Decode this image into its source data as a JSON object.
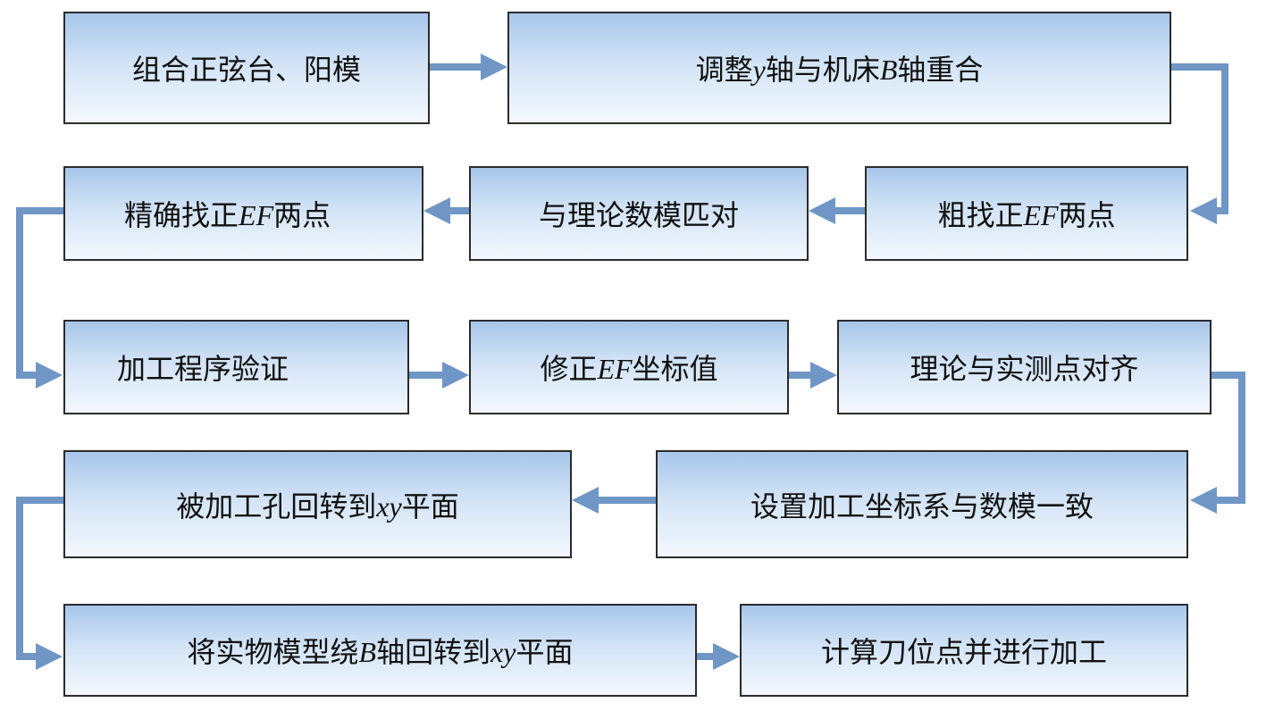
{
  "colors": {
    "arrow": "#6f96c4",
    "box_top": "#a7c6ea",
    "box_bottom": "#f3f8fd",
    "border": "#2b2b2b"
  },
  "steps": [
    {
      "parts": [
        {
          "t": "组合正弦台、阳模"
        }
      ]
    },
    {
      "parts": [
        {
          "t": "调整"
        },
        {
          "t": "y",
          "i": true
        },
        {
          "t": "轴与机床"
        },
        {
          "t": "B",
          "i": true
        },
        {
          "t": "轴重合"
        }
      ]
    },
    {
      "parts": [
        {
          "t": "粗找正"
        },
        {
          "t": "EF",
          "i": true
        },
        {
          "t": "两点"
        }
      ]
    },
    {
      "parts": [
        {
          "t": "与理论数模匹对"
        }
      ]
    },
    {
      "parts": [
        {
          "t": "精确找正"
        },
        {
          "t": "EF",
          "i": true
        },
        {
          "t": "两点"
        }
      ]
    },
    {
      "parts": [
        {
          "t": "加工程序验证"
        }
      ]
    },
    {
      "parts": [
        {
          "t": "修正"
        },
        {
          "t": "EF",
          "i": true
        },
        {
          "t": "坐标值"
        }
      ]
    },
    {
      "parts": [
        {
          "t": "理论与实测点对齐"
        }
      ]
    },
    {
      "parts": [
        {
          "t": "设置加工坐标系与数模一致"
        }
      ]
    },
    {
      "parts": [
        {
          "t": "被加工孔回转到"
        },
        {
          "t": "xy",
          "i": true
        },
        {
          "t": "平面"
        }
      ]
    },
    {
      "parts": [
        {
          "t": "将实物模型绕"
        },
        {
          "t": "B",
          "i": true
        },
        {
          "t": "轴回转到"
        },
        {
          "t": "xy",
          "i": true
        },
        {
          "t": "平面"
        }
      ]
    },
    {
      "parts": [
        {
          "t": "计算刀位点并进行加工"
        }
      ]
    }
  ]
}
